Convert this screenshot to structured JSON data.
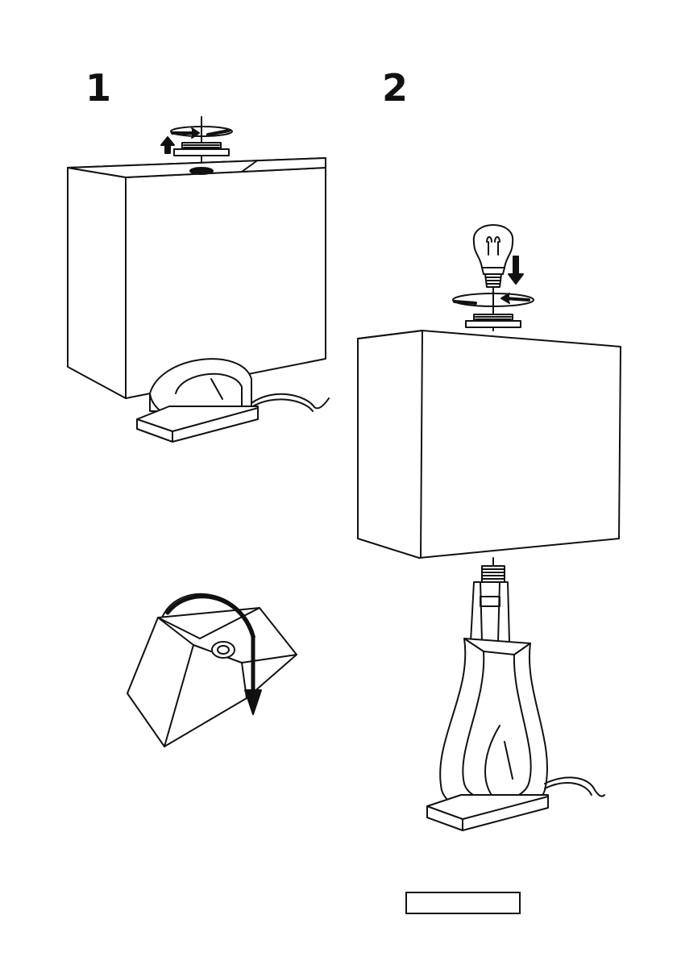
{
  "steps": [
    {
      "number": "1",
      "icon": "remove-shade-ring-illustration"
    },
    {
      "number": "2",
      "icon": "install-bulb-illustration"
    }
  ],
  "colors": {
    "ink": "#111111",
    "paper": "#ffffff"
  },
  "footer": {
    "page_label": ""
  }
}
